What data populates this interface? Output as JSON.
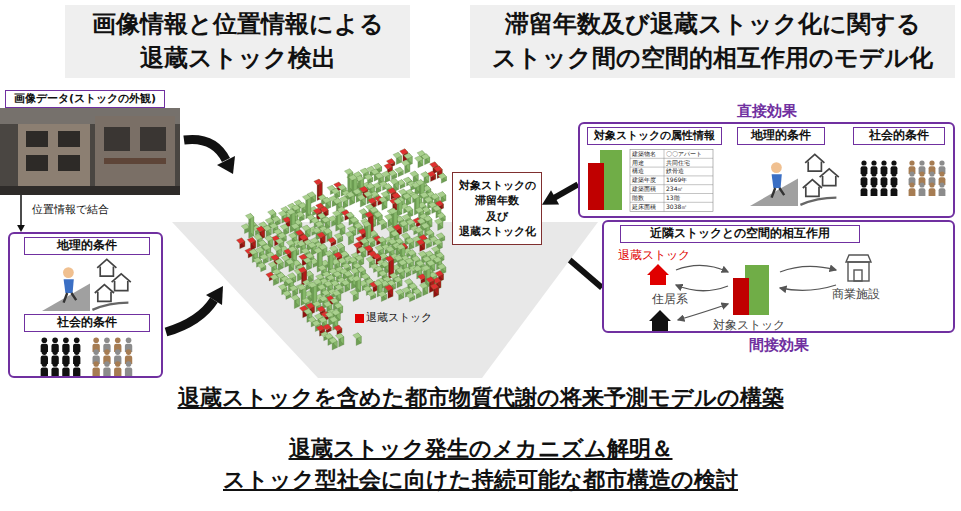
{
  "diagram": {
    "nodes": [
      {
        "text": [
          "画像情報と位置情報による 退蔵ストック検出"
        ]
      },
      {
        "text": [
          "滞留年数及び退蔵ストック化に関する ストック間の空間的相互作用のモデル化"
        ]
      },
      {
        "text": [
          "画像データ(ストックの外観)"
        ]
      },
      {
        "text": []
      },
      {
        "text": [
          "地理的条件"
        ],
        "in": 3
      },
      {
        "text": [
          "社会的条件"
        ],
        "in": 3
      },
      {
        "text": [
          "直接効果"
        ]
      },
      {
        "text": [
          "対象ストックの属性情報"
        ],
        "in": 6
      },
      {
        "text": [
          "地理的条件"
        ],
        "in": 6
      },
      {
        "text": [
          "社会的条件"
        ],
        "in": 6
      },
      {
        "text": [
          "対象ストックの 滞留年数 及び 退蔵ストック化"
        ]
      },
      {
        "text": [
          "間接効果"
        ]
      },
      {
        "text": [
          "近隣ストックとの空間的相互作用"
        ],
        "in": 11
      }
    ],
    "edges": [
      {
        "from": 2,
        "to": 3,
        "label": "位置情報で結合",
        "arrow": "to"
      },
      {
        "from": 6,
        "to": 10,
        "arrow": "to"
      },
      {
        "from": 11,
        "to": 10,
        "arrow": "to"
      }
    ],
    "labels": [
      "建築物名",
      "〇〇アパート",
      "用途",
      "共同住宅",
      "構造",
      "鉄骨造",
      "建築年度",
      "1969年",
      "建築面積",
      "234㎡",
      "階数",
      "13階",
      "延床面積",
      "3038㎡",
      "退蔵ストック",
      "住居系",
      "商業施設",
      "対象ストック",
      "退蔵ストックを含めた都市物質代謝の将来予測モデルの構築",
      "退蔵ストック発生のメカニズム解明＆ ストック型社会に向けた持続可能な都市構造の検討"
    ],
    "legend": [
      {
        "text": "退蔵ストック",
        "color": "#e00000"
      }
    ]
  }
}
